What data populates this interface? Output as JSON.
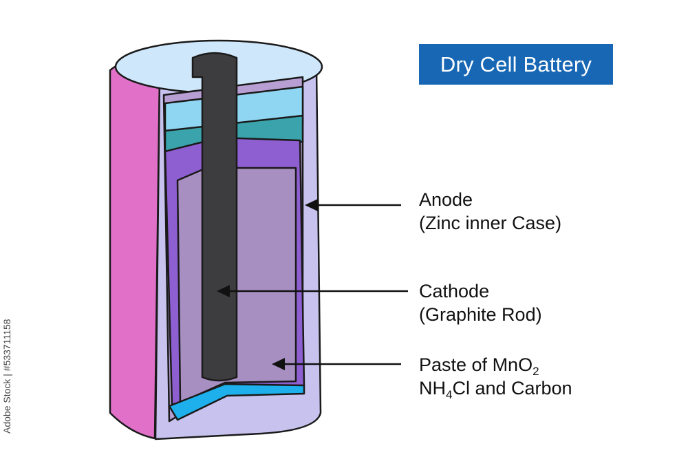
{
  "title": "Dry Cell Battery",
  "labels": {
    "anode": {
      "line1": "Anode",
      "line2": "(Zinc inner Case)"
    },
    "cathode": {
      "line1": "Cathode",
      "line2": "(Graphite Rod)"
    },
    "paste": {
      "line1_main": "Paste of MnO",
      "line1_sub": "2",
      "line2_a": "NH",
      "line2_sub": "4",
      "line2_b": "Cl and Carbon"
    }
  },
  "watermark_id": "Adobe Stock | #533711158",
  "colors": {
    "title_bg": "#1767b4",
    "outer_case": "#e070c8",
    "shell": "#c7c2ee",
    "top_cap": "#cfe7fb",
    "zinc_case": "#8e5fd0",
    "paste": "#a88fc2",
    "graphite_rod": "#3d3d3f",
    "seal_light": "#8fd6f2",
    "seal_teal": "#3aa3ab",
    "bottom_blue": "#1eb0ec",
    "arrow": "#111111"
  },
  "icons": {
    "arrow": "arrow-left-icon"
  }
}
